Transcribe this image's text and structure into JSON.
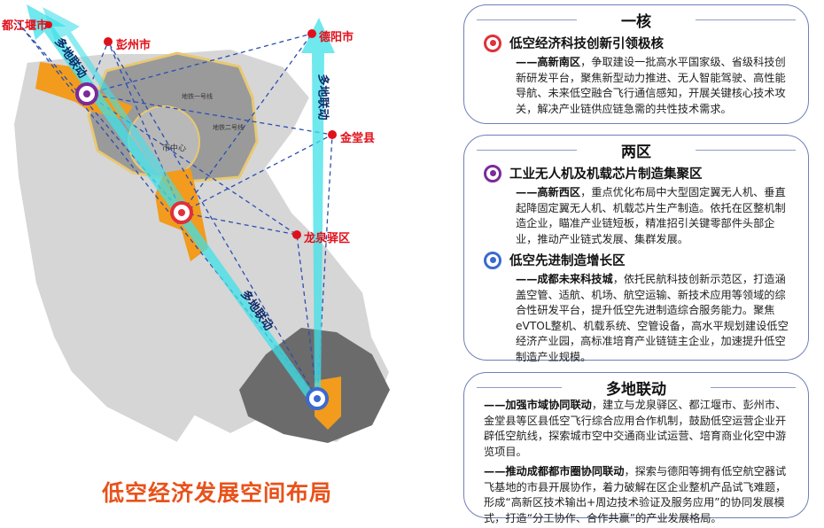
{
  "map": {
    "title": "低空经济发展空间布局",
    "cities": [
      "都江堰市",
      "彭州市",
      "德阳市",
      "金堂县",
      "龙泉驿区"
    ],
    "arrow_labels": [
      "多地联动",
      "多地联动",
      "多地联动"
    ],
    "metro": [
      "地铁一号线",
      "地铁二号线"
    ],
    "center": "市中心"
  },
  "cards": [
    {
      "heading": "一核",
      "items": [
        {
          "title": "低空经济科技创新引领极核",
          "lead": "——高新南区",
          "text": "，争取建设一批高水平国家级、省级科技创新研发平台，聚焦新型动力推进、无人智能驾驶、高性能导航、未来低空融合飞行通信感知，开展关键核心技术攻关，解决产业链供应链急需的共性技术需求。",
          "color": "#e0303a"
        }
      ]
    },
    {
      "heading": "两区",
      "items": [
        {
          "title": "工业无人机及机载芯片制造集聚区",
          "lead": "——高新西区",
          "text": "，重点优化布局中大型固定翼无人机、垂直起降固定翼无人机、机载芯片生产制造。依托在区整机制造企业，瞄准产业链短板，精准招引关键零部件头部企业，推动产业链式发展、集群发展。",
          "color": "#7a2a9a"
        },
        {
          "title": "低空先进制造增长区",
          "lead": "——成都未来科技城",
          "text": "，依托民航科技创新示范区，打造涵盖空管、适航、机场、航空运输、新技术应用等领域的综合性研发平台，提升低空先进制造综合服务能力。聚焦eVTOL整机、机载系统、空管设备，高水平规划建设低空经济产业园，高标准培育产业链链主企业，加速提升低空制造产业规模。",
          "color": "#3a6ad0"
        }
      ]
    },
    {
      "heading": "多地联动",
      "items": [
        {
          "lead": "——加强市域协同联动",
          "text": "，建立与龙泉驿区、都江堰市、彭州市、金堂县等区县低空飞行综合应用合作机制，鼓励低空运营企业开辟低空航线，探索城市空中交通商业试运营、培育商业化空中游览项目。"
        },
        {
          "lead": "——推动成都都市圈协同联动",
          "text": "，探索与德阳等拥有低空航空器试飞基地的市县开展协作，着力破解在区企业整机产品试飞难题，形成“高新区技术输出+周边技术验证及服务应用”的协同发展模式，打造“分工协作、合作共赢”的产业发展格局。"
        }
      ]
    }
  ]
}
